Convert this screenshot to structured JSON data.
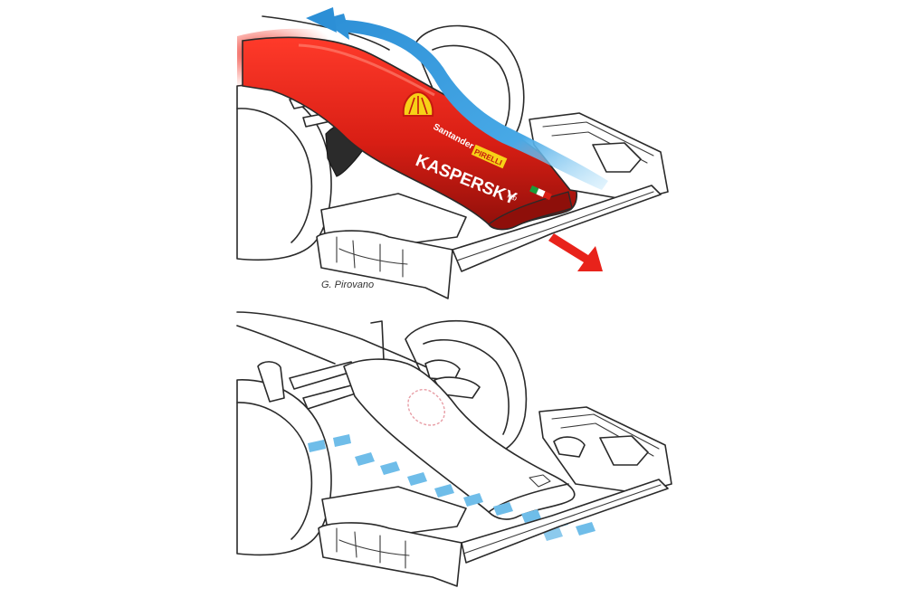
{
  "credit": "G. Pirovano",
  "sponsors": {
    "kaspersky": "KASPERSKY",
    "kaspersky_sub": "lab",
    "santander": "Santander",
    "pirelli": "PIRELLI"
  },
  "colors": {
    "ferrari_red": "#d81e14",
    "ferrari_red_dark": "#9b120c",
    "airflow_blue": "#3a9fe0",
    "airflow_blue_light": "#9fd6f7",
    "arrow_red": "#e8231b",
    "shell_yellow": "#f7d117",
    "outline": "#2a2a2a"
  },
  "icons": {
    "arrow": "red-arrow-icon",
    "logo": "shell-logo-icon",
    "flag": "italian-flag-icon"
  }
}
